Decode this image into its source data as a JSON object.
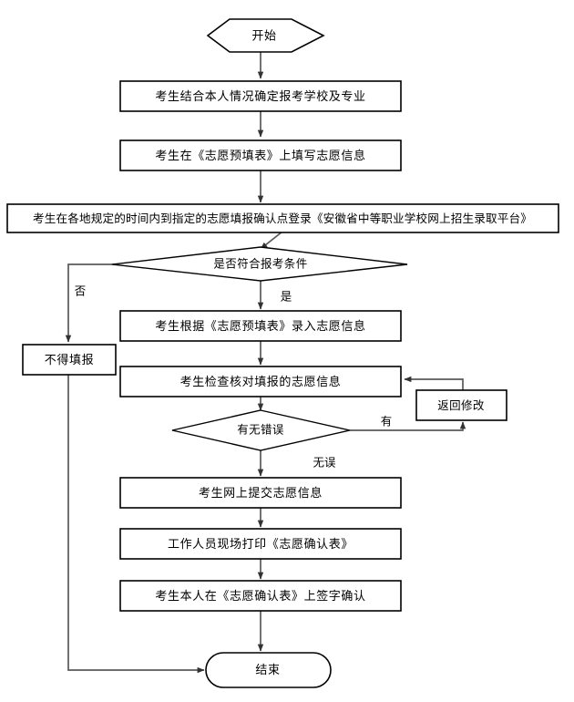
{
  "diagram": {
    "type": "flowchart",
    "orientation": "vertical",
    "background_color": "#ffffff",
    "node_fill": "#ffffff",
    "node_stroke": "#000000",
    "edge_color": "#595959",
    "nodes": [
      {
        "id": "start",
        "shape": "hexagon",
        "label": "开始"
      },
      {
        "id": "p1",
        "shape": "rectangle",
        "label": "考生结合本人情况确定报考学校及专业"
      },
      {
        "id": "p2",
        "shape": "rectangle",
        "label": "考生在《志愿预填表》上填写志愿信息"
      },
      {
        "id": "p3",
        "shape": "rectangle",
        "label": "考生在各地规定的时间内到指定的志愿填报确认点登录《安徽省中等职业学校网上招生录取平台》"
      },
      {
        "id": "d1",
        "shape": "diamond",
        "label": "是否符合报考条件"
      },
      {
        "id": "reject",
        "shape": "rectangle",
        "label": "不得填报"
      },
      {
        "id": "p4",
        "shape": "rectangle",
        "label": "考生根据《志愿预填表》录入志愿信息"
      },
      {
        "id": "p5",
        "shape": "rectangle",
        "label": "考生检查核对填报的志愿信息"
      },
      {
        "id": "d2",
        "shape": "diamond",
        "label": "有无错误"
      },
      {
        "id": "modify",
        "shape": "rectangle",
        "label": "返回修改"
      },
      {
        "id": "p6",
        "shape": "rectangle",
        "label": "考生网上提交志愿信息"
      },
      {
        "id": "p7",
        "shape": "rectangle",
        "label": "工作人员现场打印《志愿确认表》"
      },
      {
        "id": "p8",
        "shape": "rectangle",
        "label": "考生本人在《志愿确认表》上签字确认"
      },
      {
        "id": "end",
        "shape": "stadium",
        "label": "结束"
      }
    ],
    "edge_labels": {
      "no": "否",
      "yes": "是",
      "has_error": "有",
      "no_error": "无误"
    }
  }
}
